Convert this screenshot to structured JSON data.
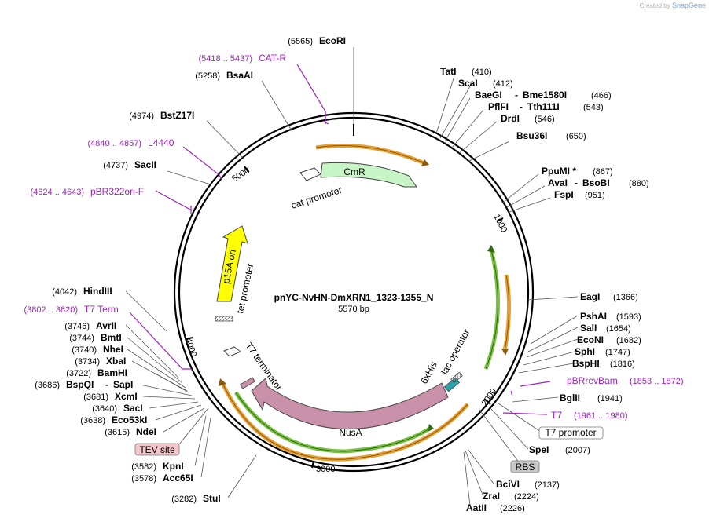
{
  "credit": {
    "created_by": "Created by",
    "brand": "SnapGene"
  },
  "plasmid": {
    "name": "pnYC-NvHN-DmXRN1_1323-1355_N",
    "size_label": "5570 bp",
    "length": 5570
  },
  "ticks": [
    "1000",
    "2000",
    "3000",
    "4000",
    "5000"
  ],
  "sites": [
    {
      "id": "ecori",
      "name": "EcoRI",
      "pos": "(5565)"
    },
    {
      "id": "cat-r",
      "name": "CAT-R",
      "pos": "(5418 .. 5437)",
      "primer": true
    },
    {
      "id": "bsaai",
      "name": "BsaAI",
      "pos": "(5258)"
    },
    {
      "id": "bstz17i",
      "name": "BstZ17I",
      "pos": "(4974)"
    },
    {
      "id": "l4440",
      "name": "L4440",
      "pos": "(4840 .. 4857)",
      "primer": true
    },
    {
      "id": "sacii",
      "name": "SacII",
      "pos": "(4737)"
    },
    {
      "id": "pbr322ori-f",
      "name": "pBR322ori-F",
      "pos": "(4624 .. 4643)",
      "primer": true
    },
    {
      "id": "tati",
      "name": "TatI",
      "pos": "(410)"
    },
    {
      "id": "scai",
      "name": "ScaI",
      "pos": "(412)"
    },
    {
      "id": "baegi",
      "name": "BaeGI",
      "name2": "Bme1580I",
      "pos": "(466)"
    },
    {
      "id": "pflfi",
      "name": "PflFI",
      "name2": "Tth111I",
      "pos": "(543)"
    },
    {
      "id": "drdi",
      "name": "DrdI",
      "pos": "(546)"
    },
    {
      "id": "bsu36i",
      "name": "Bsu36I",
      "pos": "(650)"
    },
    {
      "id": "ppumi",
      "name": "PpuMI *",
      "pos": "(867)"
    },
    {
      "id": "avai",
      "name": "AvaI",
      "name2": "BsoBI",
      "pos": "(880)"
    },
    {
      "id": "fspi",
      "name": "FspI",
      "pos": "(951)"
    },
    {
      "id": "eagi",
      "name": "EagI",
      "pos": "(1366)"
    },
    {
      "id": "pshai",
      "name": "PshAI",
      "pos": "(1593)"
    },
    {
      "id": "sali",
      "name": "SalI",
      "pos": "(1654)"
    },
    {
      "id": "econi",
      "name": "EcoNI",
      "pos": "(1682)"
    },
    {
      "id": "sphi",
      "name": "SphI",
      "pos": "(1747)"
    },
    {
      "id": "bsphi",
      "name": "BspHI",
      "pos": "(1816)"
    },
    {
      "id": "pbrrevbam",
      "name": "pBRrevBam",
      "pos": "(1853 .. 1872)",
      "primer": true
    },
    {
      "id": "bglii",
      "name": "BglII",
      "pos": "(1941)"
    },
    {
      "id": "t7",
      "name": "T7",
      "pos": "(1961 .. 1980)",
      "primer": true
    },
    {
      "id": "t7-promoter",
      "name": "T7 promoter",
      "boxed": "white"
    },
    {
      "id": "spei",
      "name": "SpeI",
      "pos": "(2007)"
    },
    {
      "id": "rbs",
      "name": "RBS",
      "boxed": "gray"
    },
    {
      "id": "bcivi",
      "name": "BciVI",
      "pos": "(2137)"
    },
    {
      "id": "zrai",
      "name": "ZraI",
      "pos": "(2224)"
    },
    {
      "id": "aatii",
      "name": "AatII",
      "pos": "(2226)"
    },
    {
      "id": "hindiii",
      "name": "HindIII",
      "pos": "(4042)"
    },
    {
      "id": "t7-term",
      "name": "T7 Term",
      "pos": "(3802 .. 3820)",
      "primer": true
    },
    {
      "id": "avrii",
      "name": "AvrII",
      "pos": "(3746)"
    },
    {
      "id": "bmti",
      "name": "BmtI",
      "pos": "(3744)"
    },
    {
      "id": "nhei",
      "name": "NheI",
      "pos": "(3740)"
    },
    {
      "id": "xbai",
      "name": "XbaI",
      "pos": "(3734)"
    },
    {
      "id": "bamhi",
      "name": "BamHI",
      "pos": "(3722)"
    },
    {
      "id": "bspqi",
      "name": "BspQI",
      "name2": "SapI",
      "pos": "(3686)"
    },
    {
      "id": "xcmi",
      "name": "XcmI",
      "pos": "(3681)"
    },
    {
      "id": "saci",
      "name": "SacI",
      "pos": "(3640)"
    },
    {
      "id": "eco53ki",
      "name": "Eco53kI",
      "pos": "(3638)"
    },
    {
      "id": "ndei",
      "name": "NdeI",
      "pos": "(3615)"
    },
    {
      "id": "tev-site",
      "name": "TEV site",
      "boxed": "pink"
    },
    {
      "id": "kpni",
      "name": "KpnI",
      "pos": "(3582)"
    },
    {
      "id": "acc65i",
      "name": "Acc65I",
      "pos": "(3578)"
    },
    {
      "id": "stui",
      "name": "StuI",
      "pos": "(3282)"
    }
  ],
  "features": {
    "cmr": "CmR",
    "cat_promoter": "cat promoter",
    "p15a_ori": "p15A ori",
    "tet_promoter": "tet promoter",
    "t7_terminator": "T7 terminator",
    "nusa": "NusA",
    "his_tag": "6xHis",
    "lac_operator": "lac operator"
  },
  "colors": {
    "primer": "#a020c0",
    "cmr": "#c8f5c8",
    "p15a": "#ffff00",
    "nusa": "#c990a9",
    "orange": "#e8a030",
    "green": "#7ac143",
    "his": "#2aa0a8",
    "rbs_box": "#c8c8c8",
    "tev_box": "#f4c6cc"
  }
}
